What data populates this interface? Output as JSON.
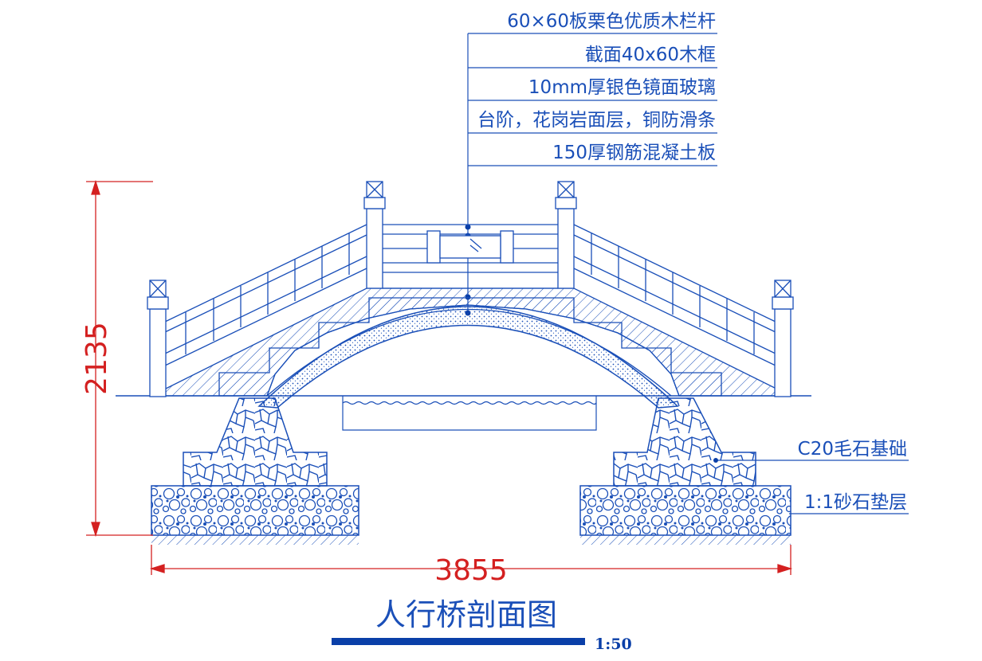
{
  "colors": {
    "line": "#1a4fb8",
    "dimension": "#d42020",
    "accent": "#0a3fa8",
    "background": "#ffffff"
  },
  "callouts_top": [
    "60×60板栗色优质木栏杆",
    "截面40x60木框",
    "10mm厚银色镜面玻璃",
    "台阶，花岗岩面层，铜防滑条",
    "150厚钢筋混凝土板"
  ],
  "callouts_right": [
    "C20毛石基础",
    "1:1砂石垫层"
  ],
  "dimensions": {
    "height": "2135",
    "width": "3855"
  },
  "title": "人行桥剖面图",
  "scale": "1:50"
}
